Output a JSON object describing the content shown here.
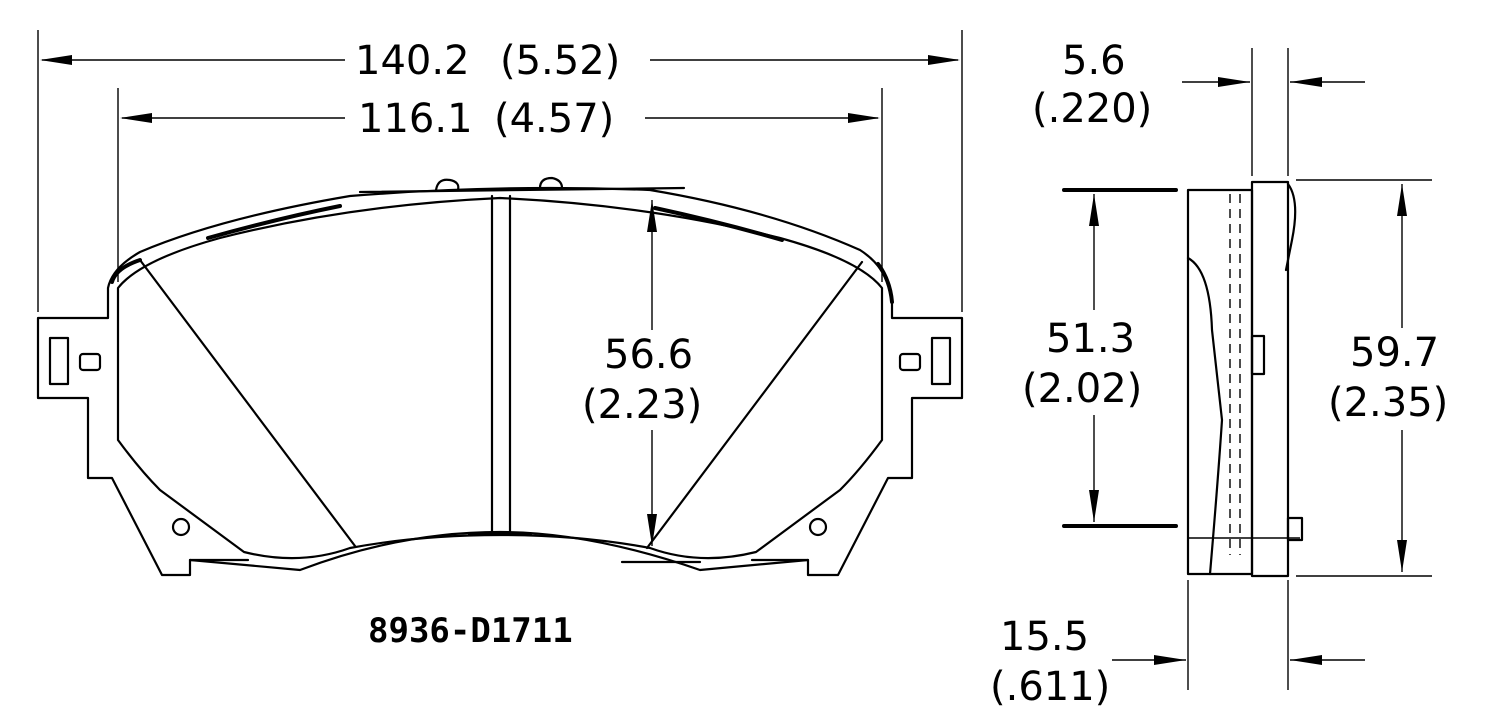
{
  "dimensions": {
    "overall_width": "140.2",
    "overall_width_in": "(5.52)",
    "pad_width": "116.1",
    "pad_width_in": "(4.57)",
    "pad_height": "56.6",
    "pad_height_in": "(2.23)",
    "backing_thickness": "5.6",
    "backing_thickness_in": "(.220)",
    "friction_height": "51.3",
    "friction_height_in": "(2.02)",
    "overall_height": "59.7",
    "overall_height_in": "(2.35)",
    "overall_thickness": "15.5",
    "overall_thickness_in": "(.611)"
  },
  "part_number": "8936-D1711"
}
